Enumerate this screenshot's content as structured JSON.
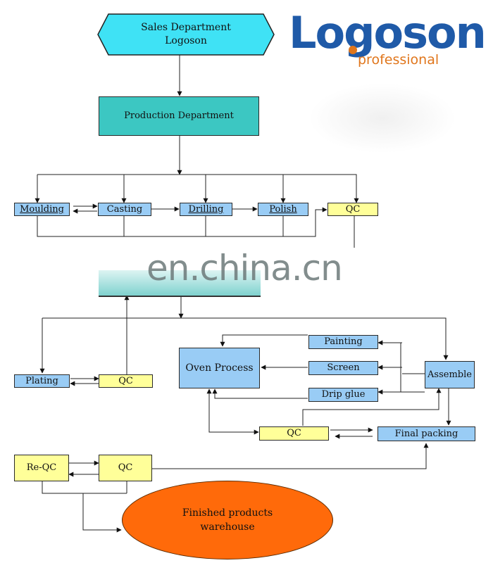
{
  "logo": {
    "brand": "Logoson",
    "tagline": "professional"
  },
  "watermark": "en.china.cn",
  "nodes": {
    "sales": {
      "line1": "Sales Department",
      "line2": "Logoson"
    },
    "production": "Production Department",
    "moulding": "Moulding",
    "casting": "Casting",
    "drilling": "Drilling",
    "polish": "Polish",
    "qc_top": "QC",
    "plating": "Plating",
    "qc_plating": "QC",
    "oven": "Oven Process",
    "painting": "Painting",
    "screen": "Screen",
    "drip_glue": "Drip glue",
    "assemble": "Assemble",
    "qc_mid": "QC",
    "final_packing": "Final packing",
    "re_qc": "Re-QC",
    "qc_bottom": "QC",
    "warehouse": {
      "line1": "Finished products",
      "line2": "warehouse"
    }
  },
  "colors": {
    "process_box": "#99ccf5",
    "qc_box": "#ffff99",
    "department_box": "#3cc7c2",
    "warehouse_oval": "#ff6a0a",
    "logo_blue": "#1f5aa8",
    "logo_orange": "#e0761c"
  }
}
